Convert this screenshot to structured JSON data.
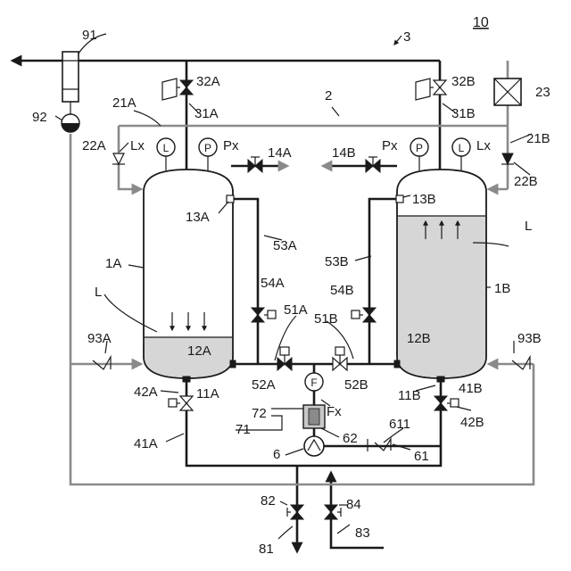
{
  "figure": {
    "system_ref": "10",
    "labels": {
      "ref_3": "3",
      "ref_2": "2",
      "ref_91": "91",
      "ref_92": "92",
      "ref_23": "23",
      "ref_21A": "21A",
      "ref_21B": "21B",
      "ref_22A": "22A",
      "ref_22B": "22B",
      "ref_32A": "32A",
      "ref_32B": "32B",
      "ref_31A": "31A",
      "ref_31B": "31B",
      "ref_14A": "14A",
      "ref_14B": "14B",
      "ref_13A": "13A",
      "ref_13B": "13B",
      "ref_53A": "53A",
      "ref_53B": "53B",
      "ref_54A": "54A",
      "ref_54B": "54B",
      "ref_1A": "1A",
      "ref_1B": "1B",
      "ref_L_left": "L",
      "ref_L_right": "L",
      "ref_12A": "12A",
      "ref_12B": "12B",
      "ref_51A": "51A",
      "ref_51B": "51B",
      "ref_52A": "52A",
      "ref_52B": "52B",
      "ref_93A": "93A",
      "ref_93B": "93B",
      "ref_11A": "11A",
      "ref_11B": "11B",
      "ref_42A": "42A",
      "ref_42B": "42B",
      "ref_41A": "41A",
      "ref_41B": "41B",
      "ref_72": "72",
      "ref_71": "71",
      "ref_Fx": "Fx",
      "ref_62": "62",
      "ref_611": "611",
      "ref_61": "61",
      "ref_6": "6",
      "ref_82": "82",
      "ref_84": "84",
      "ref_81": "81",
      "ref_83": "83",
      "ref_Lx_left": "Lx",
      "ref_Px_left": "Px",
      "ref_Px_right": "Px",
      "ref_Lx_right": "Lx"
    },
    "instruments": {
      "level_symbol": "L",
      "pressure_symbol": "P",
      "flow_symbol": "F"
    },
    "colors": {
      "line_black": "#1a1a1a",
      "line_gray": "#8a8a8a",
      "liquid": "#d6d6d6"
    }
  }
}
